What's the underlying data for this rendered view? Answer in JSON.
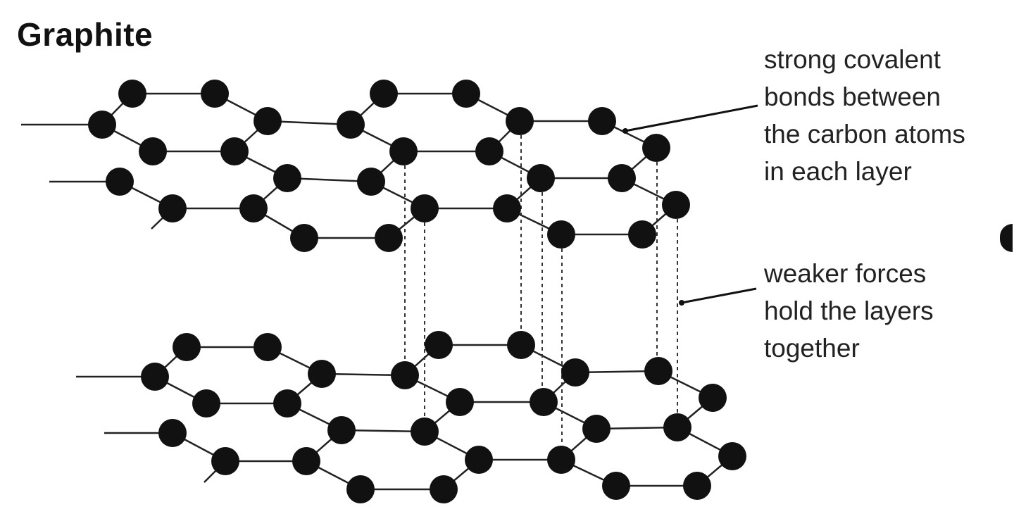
{
  "title": "Graphite",
  "labels": {
    "covalent": [
      "strong covalent",
      "bonds between",
      "the carbon atoms",
      "in each layer"
    ],
    "weak": [
      "weaker forces",
      "hold the layers",
      "together"
    ]
  },
  "colors": {
    "atom": "#111111",
    "bond": "#222222",
    "weak_force": "#333333",
    "background": "#ffffff"
  }
}
